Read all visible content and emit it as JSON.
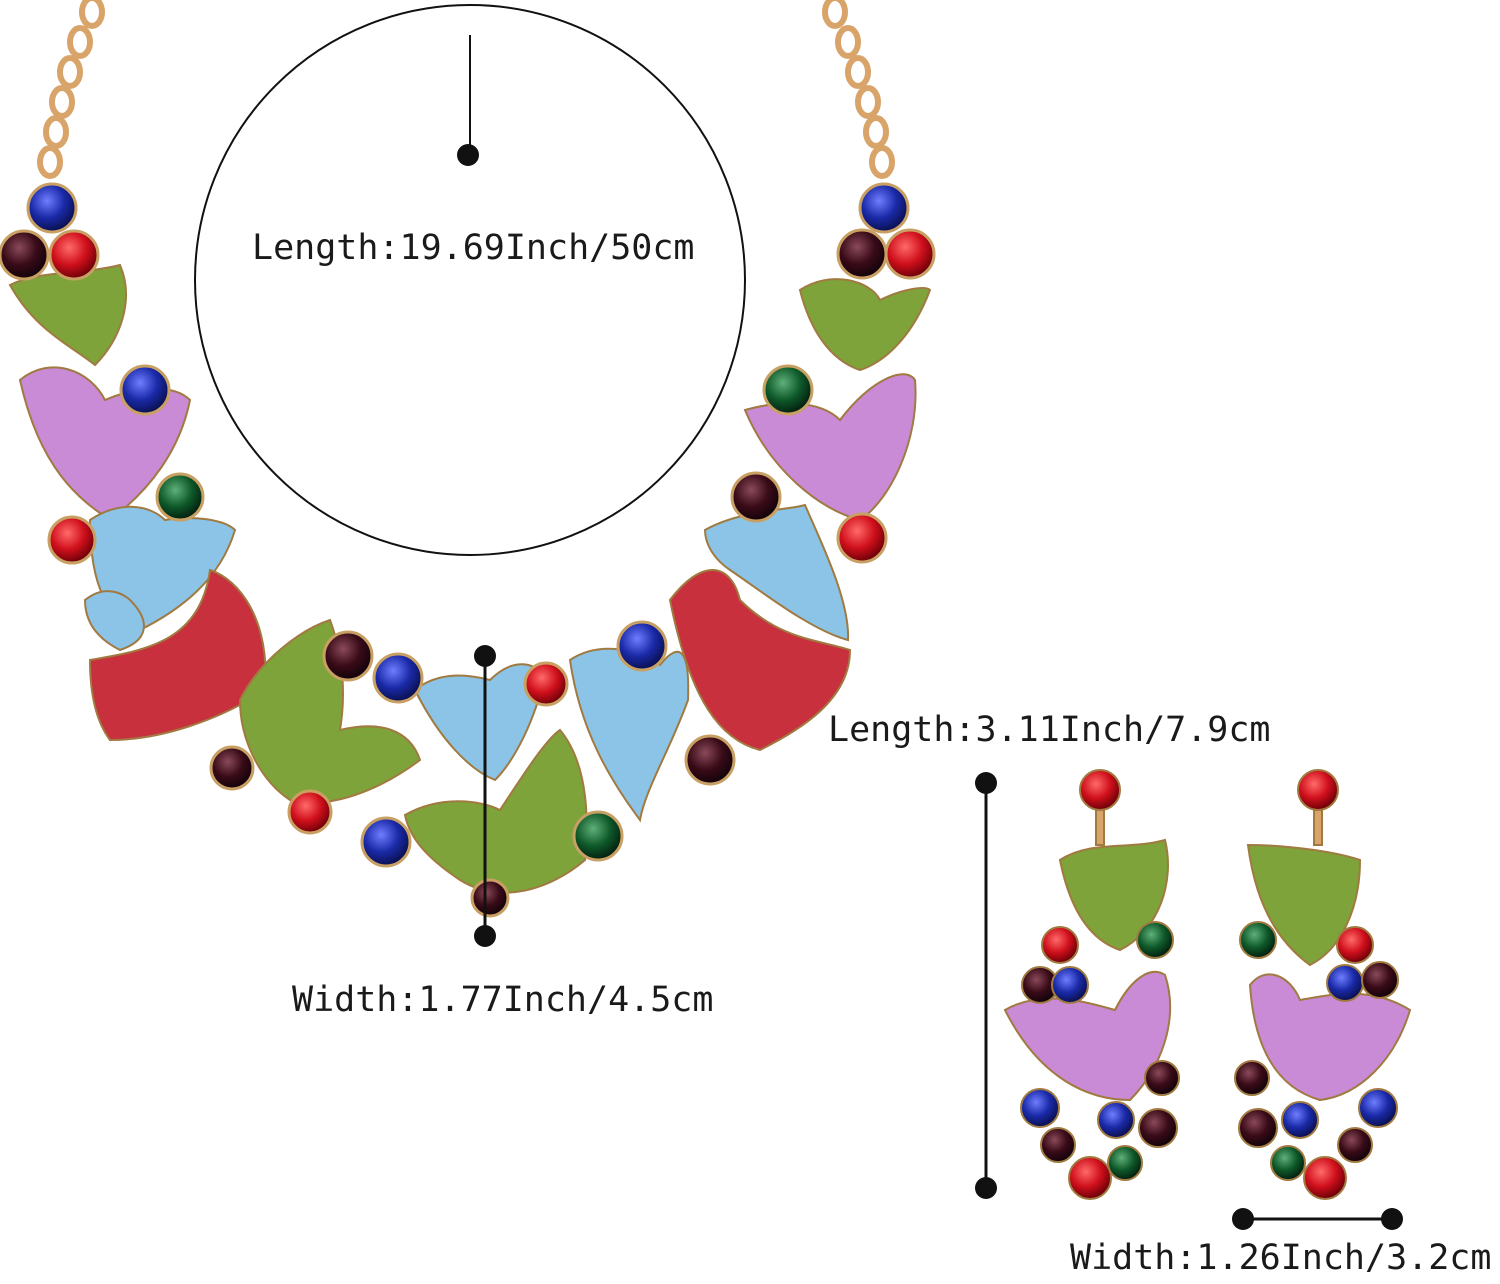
{
  "necklace": {
    "length_label": "Length:19.69Inch/50cm",
    "width_label": "Width:1.77Inch/4.5cm"
  },
  "earrings": {
    "length_label": "Length:3.11Inch/7.9cm",
    "width_label": "Width:1.26Inch/3.2cm"
  },
  "colors": {
    "background": "#ffffff",
    "measure_line": "#111111",
    "gold": "#d9a46a",
    "gem_red": "#d0101c",
    "gem_blue": "#1a2aa8",
    "gem_green": "#0f5a2a",
    "gem_dark": "#3a0b18",
    "wing_green": "#7da33a",
    "wing_pink": "#c98ad6",
    "wing_blue": "#8cc4e8",
    "wing_red": "#c8303e"
  }
}
